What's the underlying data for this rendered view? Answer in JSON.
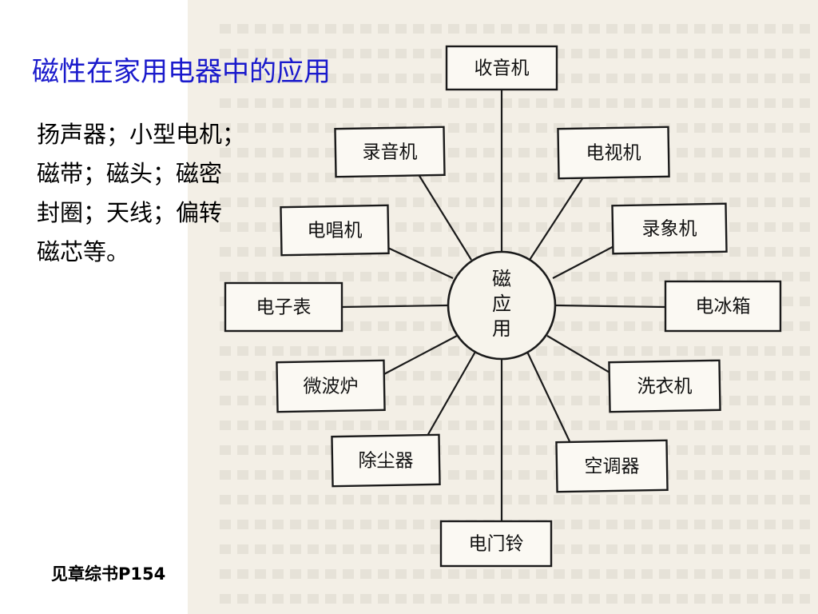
{
  "title": "磁性在家用电器中的应用",
  "body_lines": [
    "扬声器；小型电机；",
    "磁带；磁头；磁密",
    "封圈；天线；偏转",
    "磁芯等。"
  ],
  "diagram": {
    "center": [
      "磁",
      "应",
      "用"
    ],
    "nodes": [
      "收音机",
      "录音机",
      "电视机",
      "电唱机",
      "录象机",
      "电子表",
      "电冰箱",
      "微波炉",
      "洗衣机",
      "除尘器",
      "空调器",
      "电门铃"
    ]
  },
  "footer": {
    "prefix": "见章综书",
    "page": "P154"
  }
}
